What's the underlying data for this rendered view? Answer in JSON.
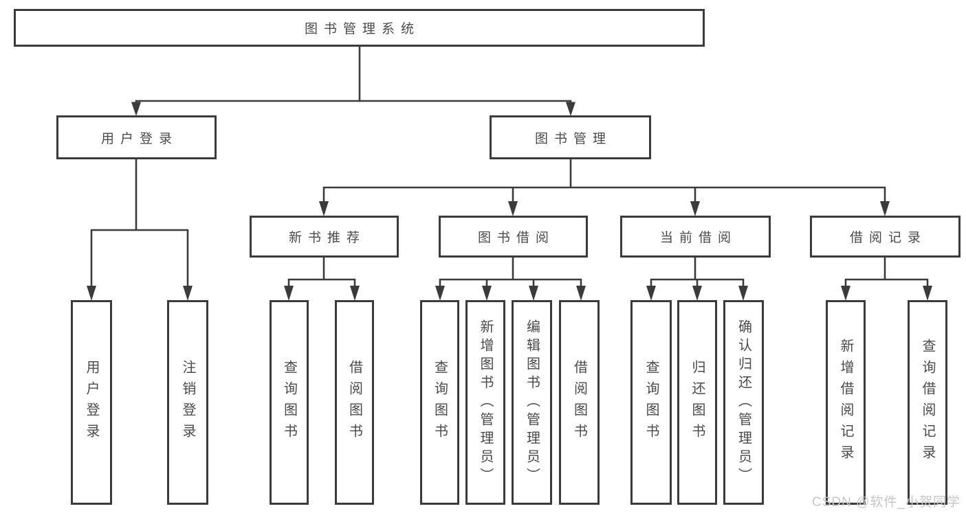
{
  "tree": {
    "root": "图书管理系统",
    "children": [
      {
        "label": "用户登录",
        "children": [
          "用户登录",
          "注销登录"
        ]
      },
      {
        "label": "图书管理",
        "children": [
          {
            "label": "新书推荐",
            "children": [
              "查询图书",
              "借阅图书"
            ]
          },
          {
            "label": "图书借阅",
            "children": [
              "查询图书",
              "新增图书（管理员）",
              "编辑图书（管理员）",
              "借阅图书"
            ]
          },
          {
            "label": "当前借阅",
            "children": [
              "查询图书",
              "归还图书",
              "确认归还（管理员）"
            ]
          },
          {
            "label": "借阅记录",
            "children": [
              "新增借阅记录",
              "查询借阅记录"
            ]
          }
        ]
      }
    ]
  },
  "watermark": {
    "text": "CSDN @软件_小贺同学"
  },
  "colors": {
    "line": "#3b3b3b",
    "box_border": "#3b3b3b",
    "text": "#4a4a4a",
    "watermark": "#c6c6c6",
    "background": "#ffffff"
  }
}
